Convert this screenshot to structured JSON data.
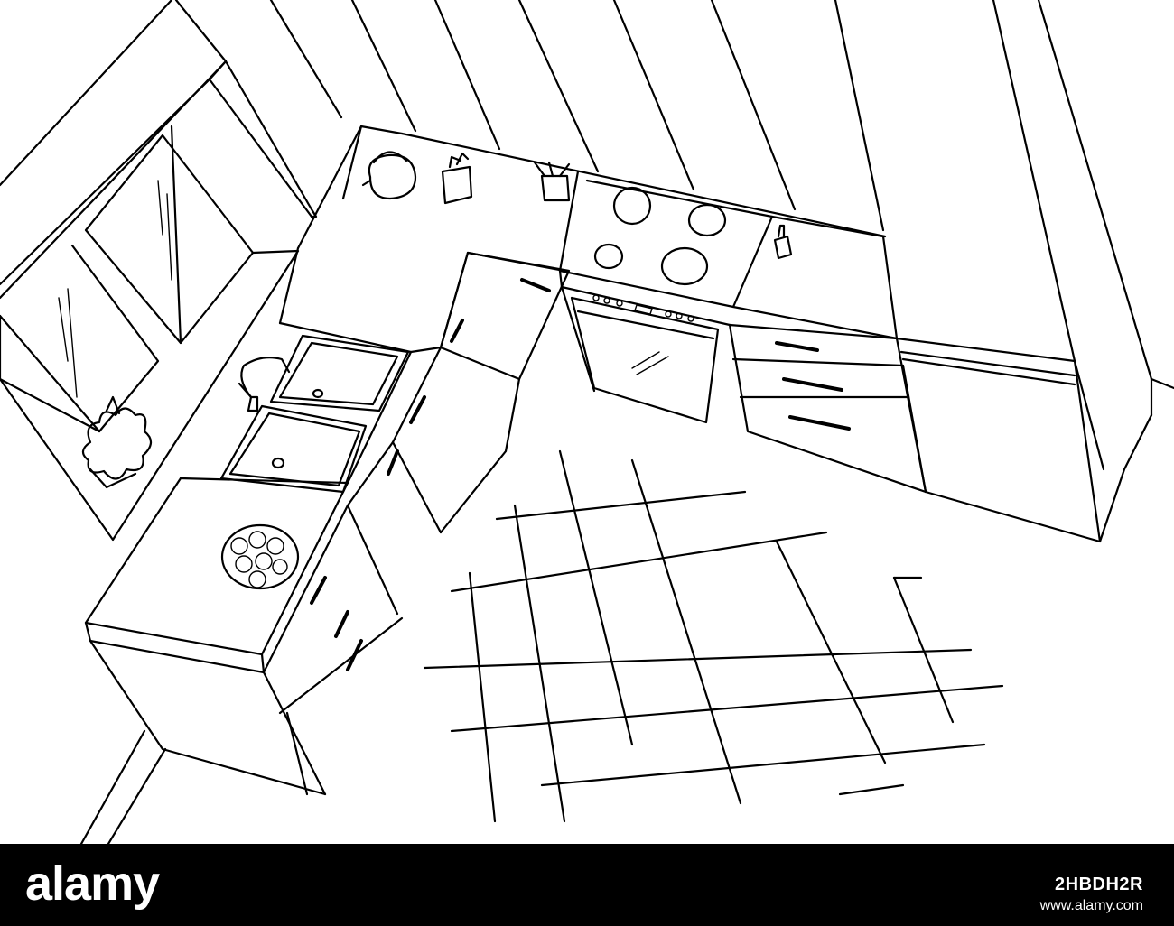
{
  "footer": {
    "logo_text": "alamy",
    "image_id": "2HBDH2R",
    "site": "www.alamy.com"
  },
  "colors": {
    "ink": "#000000",
    "paper": "#ffffff",
    "footer_bg": "#000000",
    "footer_text": "#ffffff"
  },
  "drawing": {
    "style": "black line sketch on white",
    "objects": [
      "window-icon",
      "kettle-icon",
      "knife-block-icon",
      "utensil-holder-icon",
      "cooktop-icon",
      "bottle-icon",
      "oven-icon",
      "drawer-icon",
      "double-sink-icon",
      "faucet-icon",
      "plant-icon",
      "fruit-bowl-icon",
      "refrigerator-icon",
      "tile-floor-icon"
    ]
  }
}
